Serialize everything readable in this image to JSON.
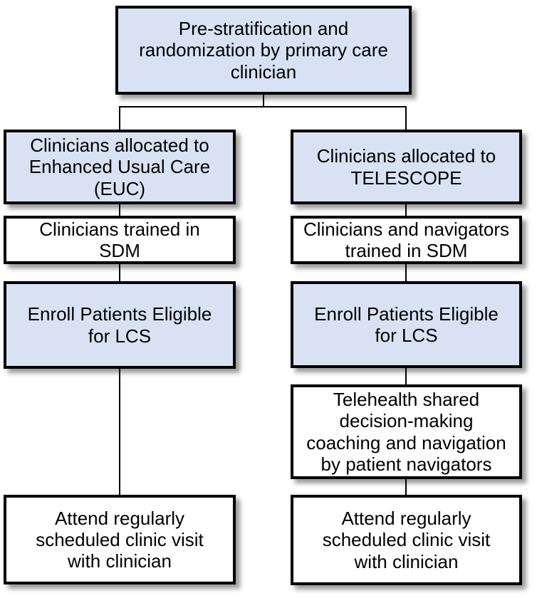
{
  "diagram": {
    "kind": "study-flowchart",
    "colors": {
      "node_fill_blue": "#d9e2f3",
      "node_fill_white": "#ffffff",
      "border": "#000000",
      "connector": "#000000",
      "text": "#000000",
      "background": "#ffffff"
    },
    "nodes": {
      "root": {
        "text": "Pre-stratification and\nrandomization by primary care\nclinician"
      },
      "euc_allocated": {
        "text": "Clinicians allocated to\nEnhanced Usual Care\n(EUC)"
      },
      "telescope_allocated": {
        "text": "Clinicians allocated to\nTELESCOPE"
      },
      "euc_trained": {
        "text": "Clinicians trained in\nSDM"
      },
      "telescope_trained": {
        "text": "Clinicians and navigators\ntrained in SDM"
      },
      "euc_enroll": {
        "text": "Enroll Patients Eligible\nfor LCS"
      },
      "telescope_enroll": {
        "text": "Enroll Patients Eligible\nfor LCS"
      },
      "telescope_coaching": {
        "text": "Telehealth shared\ndecision-making\ncoaching and navigation\nby patient navigators"
      },
      "euc_attend": {
        "text": "Attend regularly\nscheduled clinic visit\nwith clinician"
      },
      "telescope_attend": {
        "text": "Attend regularly\nscheduled clinic visit\nwith clinician"
      }
    }
  }
}
